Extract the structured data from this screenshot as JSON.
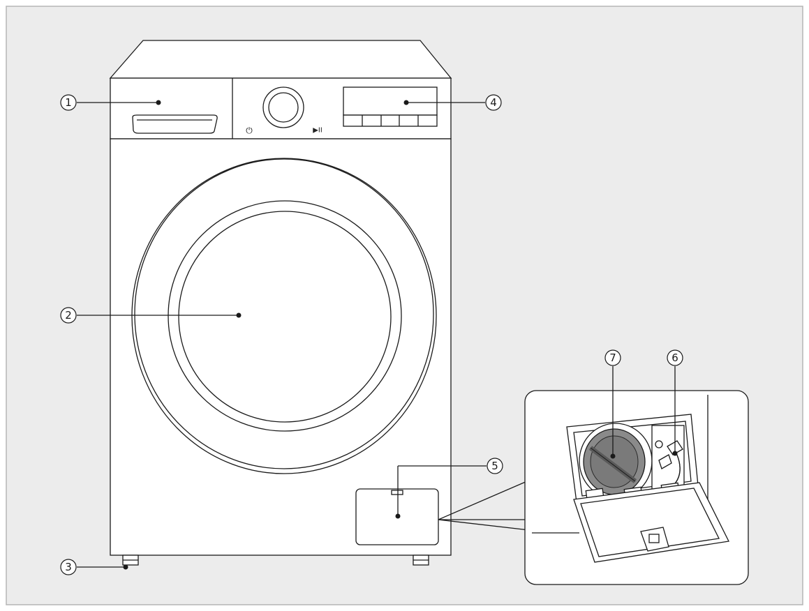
{
  "callouts": [
    {
      "id": "1",
      "label": "①"
    },
    {
      "id": "2",
      "label": "②"
    },
    {
      "id": "3",
      "label": "③"
    },
    {
      "id": "4",
      "label": "④"
    },
    {
      "id": "5",
      "label": "⑤"
    },
    {
      "id": "6",
      "label": "⑥"
    },
    {
      "id": "7",
      "label": "⑦"
    }
  ],
  "panel_icons": {
    "power": "⏻",
    "start_pause": "▶II"
  },
  "colors": {
    "background": "#ececec",
    "machine_fill": "#ffffff",
    "line": "#1a1a1a",
    "filter_cap": "#8a8a8a"
  }
}
